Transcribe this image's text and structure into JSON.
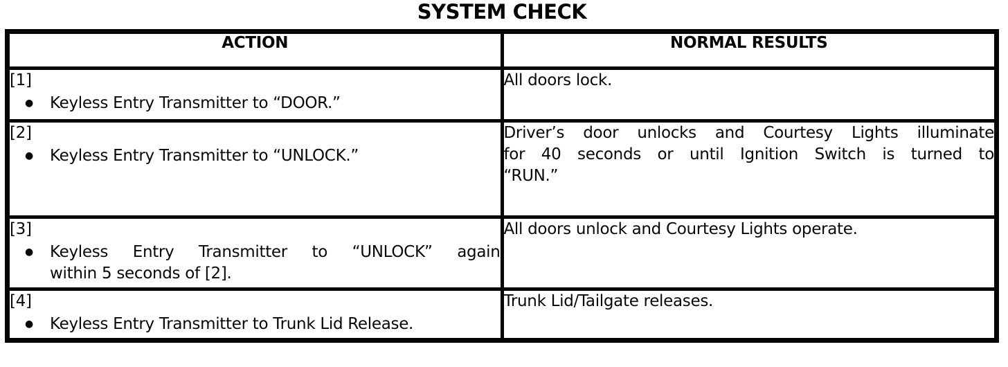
{
  "title": "SYSTEM CHECK",
  "table": {
    "headers": [
      "ACTION",
      "NORMAL RESULTS"
    ],
    "bullet_glyph": "●",
    "rows": [
      {
        "num": "[1]",
        "action_lines": [
          "Keyless Entry Transmitter to “DOOR.”"
        ],
        "result_lines": [
          "All doors lock."
        ]
      },
      {
        "num": "[2]",
        "action_lines": [
          "Keyless Entry Transmitter to “UNLOCK.”"
        ],
        "result_lines": [
          "Driver’s door unlocks and Courtesy Lights illuminate",
          "for 40 seconds or until Ignition Switch is turned to",
          "“RUN.”"
        ]
      },
      {
        "num": "[3]",
        "action_lines": [
          "Keyless Entry Transmitter to “UNLOCK” again",
          "within 5 seconds of [2]."
        ],
        "result_lines": [
          "All doors unlock and Courtesy Lights operate."
        ]
      },
      {
        "num": "[4]",
        "action_lines": [
          "Keyless Entry Transmitter to Trunk Lid Release."
        ],
        "result_lines": [
          "Trunk Lid/Tailgate releases."
        ]
      }
    ]
  }
}
